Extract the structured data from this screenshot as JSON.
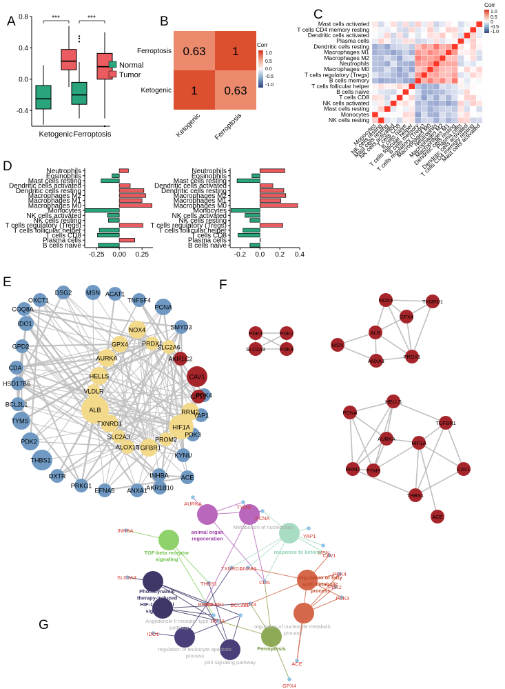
{
  "panel_labels": [
    "A",
    "B",
    "C",
    "D",
    "E",
    "F",
    "G"
  ],
  "colors": {
    "normal": "#2aa47d",
    "tumor": "#ea5c60",
    "node_blue": "#6f99c2",
    "node_yellow": "#f3d98a",
    "node_red": "#a6252a",
    "edge": "#bfbfbf",
    "corr_high": "#dc4f2f",
    "corr_mid": "#ec8a6d",
    "diverging_low": "#2f3e7c",
    "diverging_high": "#e0382d"
  },
  "chart_data": [
    {
      "id": "A",
      "type": "box",
      "categories": [
        "Ketogenic",
        "Ferroptosis"
      ],
      "legend": [
        "Normal",
        "Tumor"
      ],
      "significance": [
        "***",
        "***"
      ],
      "ylim": [
        -0.6,
        0.8
      ],
      "yticks": [
        "-0.4",
        "0.0",
        "0.4",
        "0.8"
      ],
      "boxes": [
        {
          "group": "Ketogenic",
          "series": "Normal",
          "whisker_low": -0.58,
          "q1": -0.38,
          "median": -0.25,
          "q3": -0.08,
          "whisker_high": 0.18,
          "outliers": []
        },
        {
          "group": "Ketogenic",
          "series": "Tumor",
          "whisker_low": -0.1,
          "q1": 0.12,
          "median": 0.23,
          "q3": 0.38,
          "whisker_high": 0.68,
          "outliers": []
        },
        {
          "group": "Ferroptosis",
          "series": "Normal",
          "whisker_low": -0.5,
          "q1": -0.32,
          "median": -0.2,
          "q3": -0.04,
          "whisker_high": 0.22,
          "outliers": [
            0.48,
            0.52,
            0.55
          ]
        },
        {
          "group": "Ferroptosis",
          "series": "Tumor",
          "whisker_low": -0.5,
          "q1": 0.0,
          "median": 0.16,
          "q3": 0.33,
          "whisker_high": 0.6,
          "outliers": [
            -0.6
          ]
        }
      ]
    },
    {
      "id": "B",
      "type": "heatmap",
      "rows": [
        "Ferroptosis",
        "Ketogenic"
      ],
      "cols": [
        "Ketogenic",
        "Ferroptosis"
      ],
      "values": [
        [
          0.63,
          1
        ],
        [
          1,
          0.63
        ]
      ],
      "labels": [
        [
          "0.63",
          "1"
        ],
        [
          "1",
          "0.63"
        ]
      ],
      "legend_title": "Corr",
      "legend_ticks": [
        "1.0",
        "0.5",
        "0.0",
        "-0.5",
        "-1.0"
      ]
    },
    {
      "id": "C",
      "type": "heatmap",
      "rows": [
        "Mast cells activated",
        "T cells CD4 memory resting",
        "Dendritic cells activated",
        "Plasma cells",
        "Dendritic cells resting",
        "Macrophages M1",
        "Macrophages M2",
        "Neutrophils",
        "Macrophages M0",
        "T cells regulatory (Tregs)",
        "B cells memory",
        "T cells follicular helper",
        "B cells naive",
        "T cells CD8",
        "NK cells activated",
        "Mast cells resting",
        "Monocytes",
        "NK cells resting"
      ],
      "cols": [
        "Monocytes",
        "NK cells resting",
        "Mast cells resting",
        "NK cells activated",
        "T cells CD8",
        "B cells naive",
        "T cells follicular helper",
        "B cells memory",
        "T cells regulatory (Tregs)",
        "Macrophages M0",
        "Neutrophils",
        "Macrophages M2",
        "Macrophages M1",
        "Dendritic cells resting",
        "Plasma cells",
        "Dendritic cells activated",
        "T cells CD4 memory resting",
        "Mast cells activated"
      ],
      "legend_title": "Corr",
      "legend_ticks": [
        "1.0",
        "0.5",
        "0",
        "-0.5",
        "-1.0"
      ]
    },
    {
      "id": "D-left",
      "type": "bar",
      "orientation": "horizontal",
      "categories": [
        "Neutrophils",
        "Eosinophils",
        "Mast cells resting",
        "Dendritic cells activated",
        "Dendritic cells resting",
        "Macrophages M2",
        "Macrophages M1",
        "Macrophages M0",
        "Monocytes",
        "NK cells activated",
        "NK cells resting",
        "T cells regulatory (Tregs)",
        "T cells follicular helper",
        "T cells CD8",
        "Plasma cells",
        "B cells naive"
      ],
      "values": [
        0.1,
        -0.08,
        -0.2,
        0.12,
        0.27,
        0.29,
        0.25,
        0.36,
        -0.38,
        -0.13,
        -0.12,
        0.26,
        -0.22,
        -0.24,
        0.17,
        -0.23
      ],
      "xlim": [
        -0.38,
        0.37
      ],
      "xticks": [
        "-0.25",
        "0.00",
        "0.25"
      ]
    },
    {
      "id": "D-right",
      "type": "bar",
      "orientation": "horizontal",
      "categories": [
        "Neutrophils",
        "Eosinophils",
        "Mast cells resting",
        "Dendritic cells activated",
        "Dendritic cells resting",
        "Macrophages M2",
        "Macrophages M1",
        "Macrophages M0",
        "Monocytes",
        "NK cells activated",
        "NK cells resting",
        "T cells regulatory (Tregs)",
        "T cells follicular helper",
        "T cells CD8",
        "Plasma cells",
        "B cells naive"
      ],
      "values": [
        0.25,
        -0.08,
        -0.23,
        0.13,
        0.24,
        0.26,
        0.21,
        0.38,
        -0.29,
        -0.15,
        -0.1,
        0.23,
        -0.17,
        -0.22,
        0.0,
        -0.1
      ],
      "xlim": [
        -0.3,
        0.4
      ],
      "xticks": [
        "-0.2",
        "0.0",
        "0.2",
        "0.4"
      ]
    }
  ],
  "network_E": {
    "nodes": [
      "DSG2",
      "MSN",
      "ACAT1",
      "TNFSF4",
      "OXCT1",
      "PCNA",
      "COQ8A",
      "IDO1",
      "SMYD3",
      "GPD2",
      "CDA",
      "HSD17B6",
      "BCL2L1",
      "TYMS",
      "PDK2",
      "THBS1",
      "OXTR",
      "PRKG1",
      "EFNA5",
      "ANXA1",
      "AKR1B10",
      "INHBA",
      "KYNU",
      "ACE",
      "PDK3",
      "YAP1",
      "PDK4",
      "GPT2",
      "CAV1",
      "AKR1C2",
      "SLC2A6",
      "NOX4",
      "PRDX1",
      "GPX4",
      "AURKA",
      "HELLS",
      "VLDLR",
      "ALB",
      "TXNRD1",
      "SLC2A3",
      "ALOX15",
      "TGFBR1",
      "PROM2",
      "HIF1A",
      "RRM2"
    ]
  },
  "network_F": {
    "clusters": [
      [
        "PDK3",
        "PDK2",
        "SLC2A3",
        "PDK4"
      ],
      [
        "NOX4",
        "TXNRD1",
        "GPX4",
        "ALB",
        "MSN",
        "PRDX1",
        "ANXA1"
      ],
      [
        "HELLS",
        "PCNA",
        "TGFBR1",
        "AURKA",
        "HIF1A",
        "RRM2",
        "TYMS",
        "CAV1",
        "THBS1",
        "ACE"
      ]
    ]
  },
  "network_G": {
    "terms": [
      "animal organ regeneration",
      "Metabolism of nucleotides",
      "response to ketone",
      "TGF-beta receptor signaling",
      "regulation of fatty acid metabolic process",
      "Photodynamic therapy-induced HIF-1 survival signaling",
      "Angiotensin II receptor type 1 pathway",
      "regulation of nucleotide metabolic process",
      "regulation of leukocyte apoptotic process",
      "p53 signaling pathway",
      "Ferroptosis"
    ],
    "genes": [
      "AURKA",
      "TYMS",
      "PCNA",
      "YAP1",
      "MSN",
      "INHBA",
      "CAV1",
      "TXNRD1",
      "ANXA1",
      "SLC2A3",
      "THBS1",
      "CDA",
      "PDK4",
      "PDK2",
      "PDK3",
      "RRM2",
      "NOX4",
      "TGFBR1",
      "BCL2L1",
      "HIF1A",
      "IDO1",
      "ACE",
      "GPX4"
    ]
  }
}
